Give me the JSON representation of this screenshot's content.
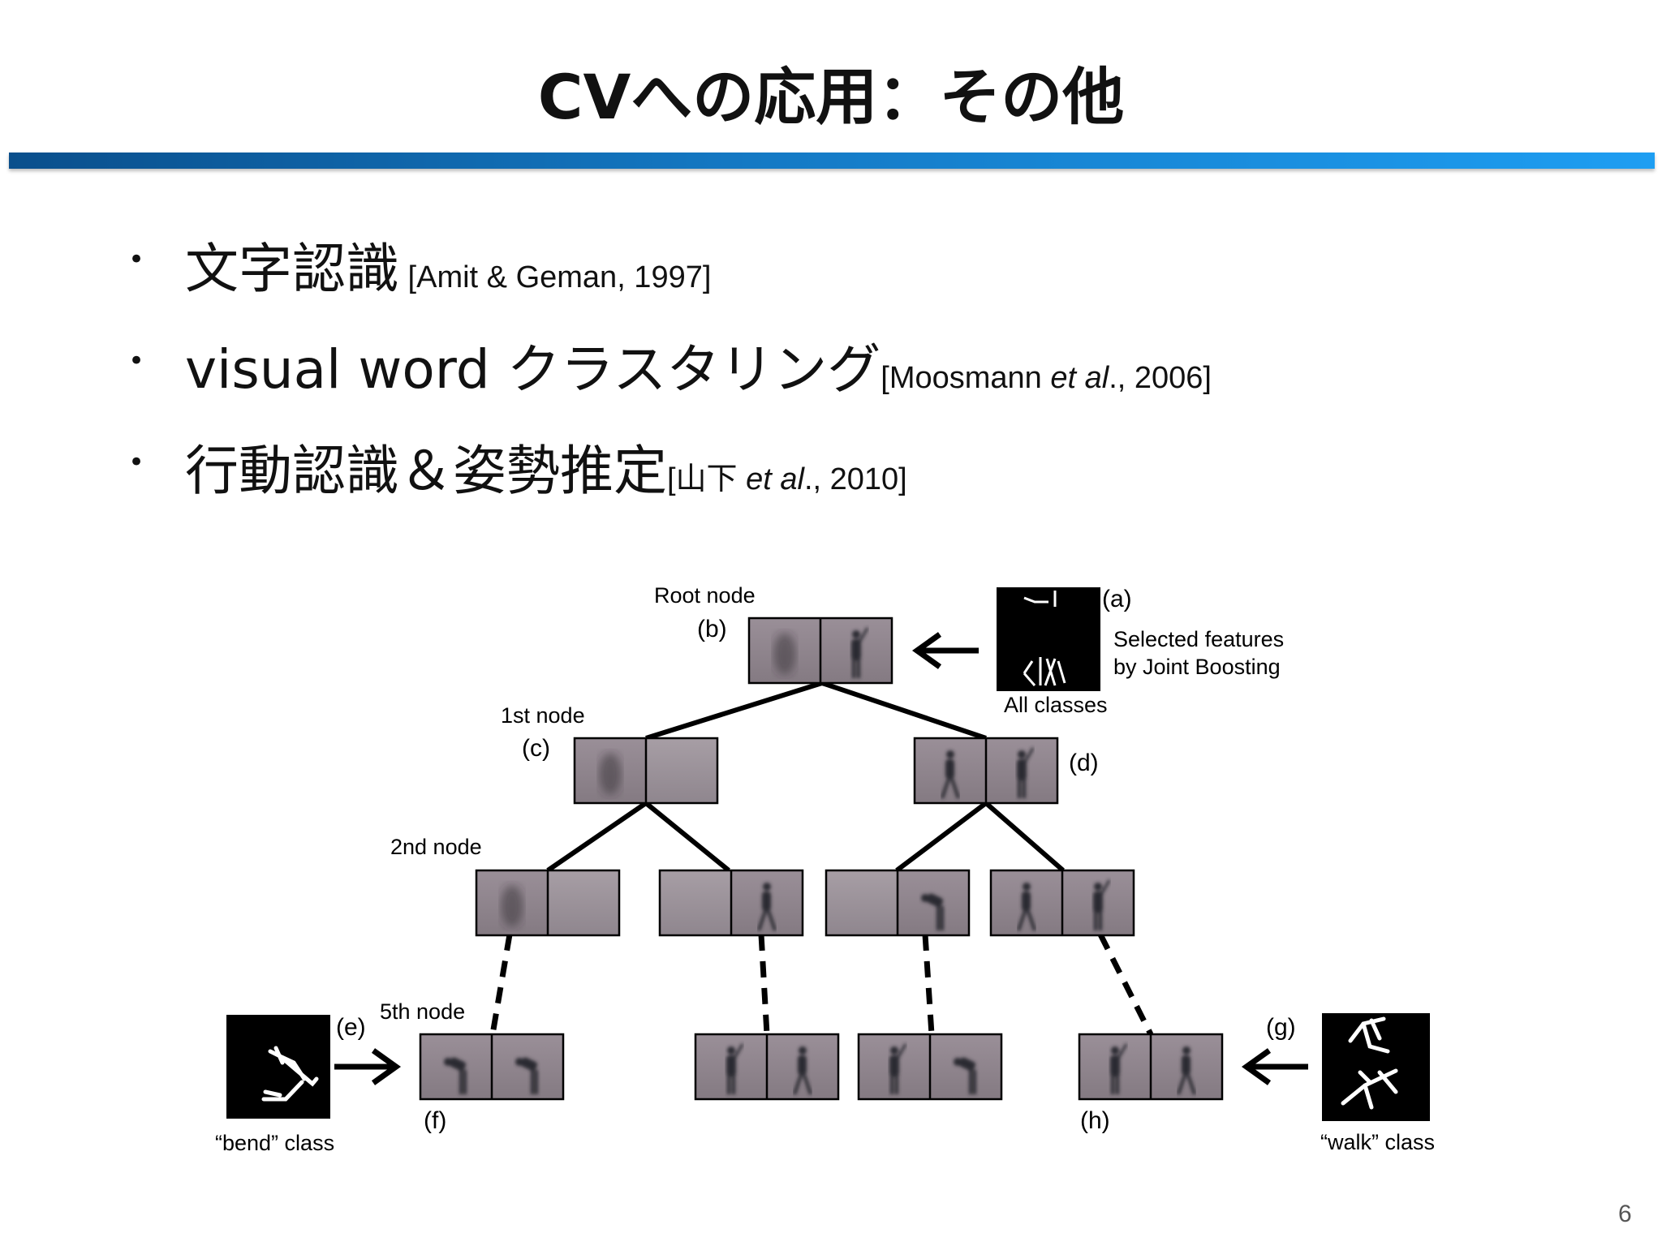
{
  "slide": {
    "title": "CVへの応用：その他",
    "page_number": "6",
    "bullets": [
      {
        "main": "文字認識",
        "ref_pre": " [Amit & Geman, 1997]",
        "ref_it": "",
        "ref_post": ""
      },
      {
        "main": "visual word クラスタリング",
        "ref_pre": "[Moosmann ",
        "ref_it": "et al",
        "ref_post": "., 2006]"
      },
      {
        "main": "行動認識＆姿勢推定",
        "ref_pre": "[山下 ",
        "ref_it": "et al",
        "ref_post": "., 2010]"
      }
    ]
  },
  "figure": {
    "node_labels": {
      "root": "Root  node",
      "first": "1st  node",
      "second": "2nd  node",
      "fifth": "5th  node"
    },
    "letters": {
      "a": "(a)",
      "b": "(b)",
      "c": "(c)",
      "d": "(d)",
      "e": "(e)",
      "f": "(f)",
      "g": "(g)",
      "h": "(h)"
    },
    "selected_features_line1": "Selected features",
    "selected_features_line2": "by Joint Boosting",
    "all_classes": "All classes",
    "bend_class": "“bend” class",
    "walk_class": "“walk” class"
  }
}
